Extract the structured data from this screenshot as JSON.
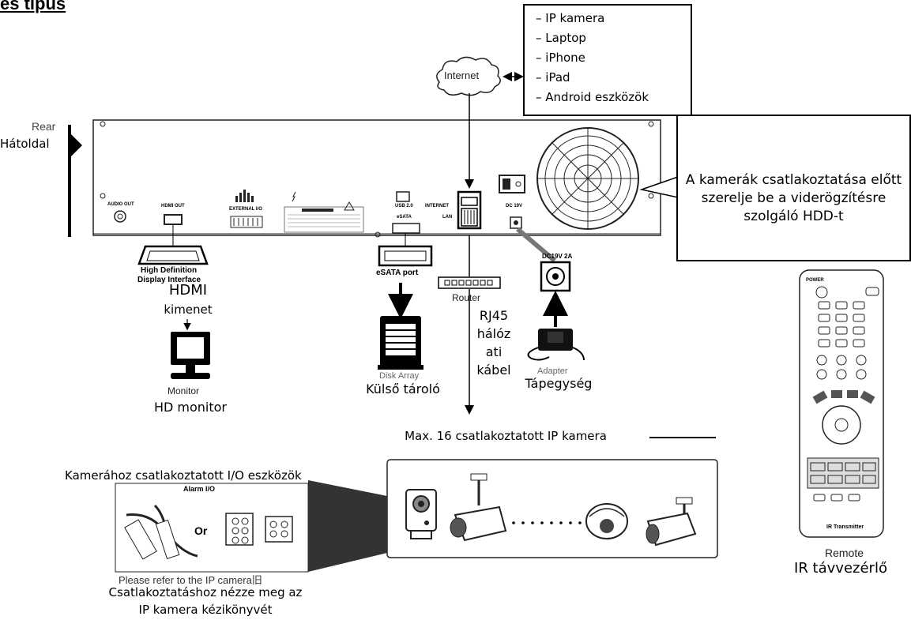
{
  "title": "es típus",
  "internet_label": "Internet",
  "devices": [
    "IP kamera",
    "Laptop",
    "iPhone",
    "iPad",
    "Android eszközök"
  ],
  "rear": {
    "en": "Rear",
    "hu": "Hátoldal"
  },
  "hdd_note": "A kamerák csatlakoztatása előtt szerelje be a viderögzítésre szolgáló HDD-t",
  "hdmi": {
    "en1": "High Definition",
    "en2": "Display Interface",
    "hu1": "HDMI",
    "hu2": "kimenet"
  },
  "monitor": {
    "en": "Monitor",
    "hu": "HD monitor"
  },
  "esata": {
    "en": "eSATA port",
    "disk_en": "Disk Array",
    "hu": "Külső tároló"
  },
  "router": {
    "en": "Router",
    "cable1": "RJ45",
    "cable2": "hálóz",
    "cable3": "ati",
    "cable4": "kábel"
  },
  "power": {
    "port": "DC19V 2A",
    "en": "Adapter",
    "hu": "Tápegység"
  },
  "max_cameras": "Max. 16 csatlakoztatott IP kamera",
  "io": {
    "hu": "Kamerához csatlakoztatott I/O eszközök",
    "alarm": "Alarm I/O",
    "or": "Or",
    "en": "Please refer to the IP camera旧",
    "note1": "Csatlakoztatáshoz nézze meg az",
    "note2": "IP kamera kézikönyvét"
  },
  "remote": {
    "en": "Remote",
    "hu": "IR távvezérlő",
    "brand": "IR Transmitter",
    "power": "POWER"
  },
  "panel_labels": {
    "audio": "AUDIO OUT",
    "hdmi": "HDMI OUT",
    "ext": "EXTERNAL I/O",
    "usb": "USB 2.0",
    "esata": "eSATA",
    "net": "INTERNET",
    "lan": "LAN",
    "dc": "DC 19V"
  }
}
